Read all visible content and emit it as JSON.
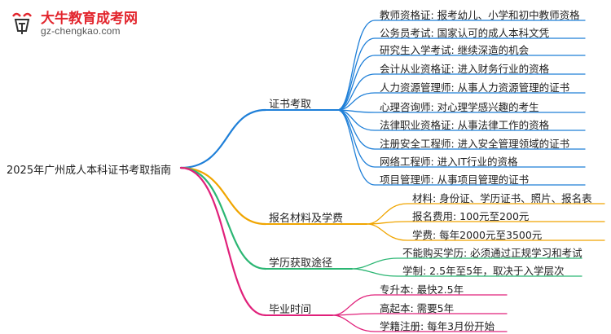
{
  "logo": {
    "brand": "大牛教育成考网",
    "url": "gz-chengkao.com"
  },
  "root": {
    "label": "2025年广州成人本科证书考取指南"
  },
  "categories": [
    {
      "label": "证书考取",
      "color": "#1e7fd8",
      "leaves": [
        "教师资格证: 报考幼儿、小学和初中教师资格",
        "公务员考试: 国家认可的成人本科文凭",
        "研究生入学考试: 继续深造的机会",
        "会计从业资格证: 进入财务行业的资格",
        "人力资源管理师: 从事人力资源管理的证书",
        "心理咨询师: 对心理学感兴趣的考生",
        "法律职业资格证: 从事法律工作的资格",
        "注册安全工程师: 进入安全管理领域的证书",
        "网络工程师: 进入IT行业的资格",
        "项目管理师: 从事项目管理的证书"
      ]
    },
    {
      "label": "报名材料及学费",
      "color": "#f0a500",
      "leaves": [
        "材料: 身份证、学历证书、照片、报名表",
        "报名费用: 100元至200元",
        "学费: 每年2000元至3500元"
      ]
    },
    {
      "label": "学历获取途径",
      "color": "#2bb673",
      "leaves": [
        "不能购买学历: 必须通过正规学习和考试",
        "学制: 2.5年至5年，取决于入学层次"
      ]
    },
    {
      "label": "毕业时间",
      "color": "#e0207a",
      "leaves": [
        "专升本: 最快2.5年",
        "高起本: 需要5年",
        "学籍注册: 每年3月份开始"
      ]
    }
  ]
}
